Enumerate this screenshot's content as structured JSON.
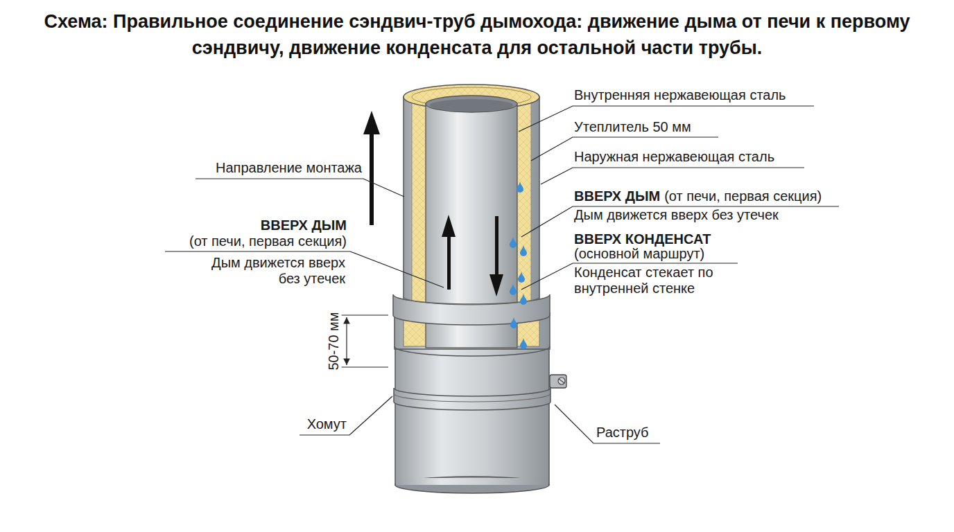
{
  "diagram": {
    "title": "Схема: Правильное соединение сэндвич-труб дымохода: движение дыма от печи к первому сэндвичу, движение конденсата для остальной части трубы.",
    "labels": [
      "Внутренняя нержавеющая сталь",
      "Утеплитель 50 мм",
      "Наружная нержавеющая сталь",
      "ВВЕРХ ДЫМ",
      "(от печи, первая секция)",
      "Дым движется вверх без утечек",
      "ВВЕРХ КОНДЕНСАТ",
      "(основной маршрут)",
      "Конденсат стекает по внутренней стенке",
      "Направление монтажа",
      "ВВЕРХ ДЫМ",
      "(от печи, первая секция)",
      "Дым движется вверх без утечек",
      "50-70 мм",
      "Хомут",
      "Раструб"
    ]
  }
}
